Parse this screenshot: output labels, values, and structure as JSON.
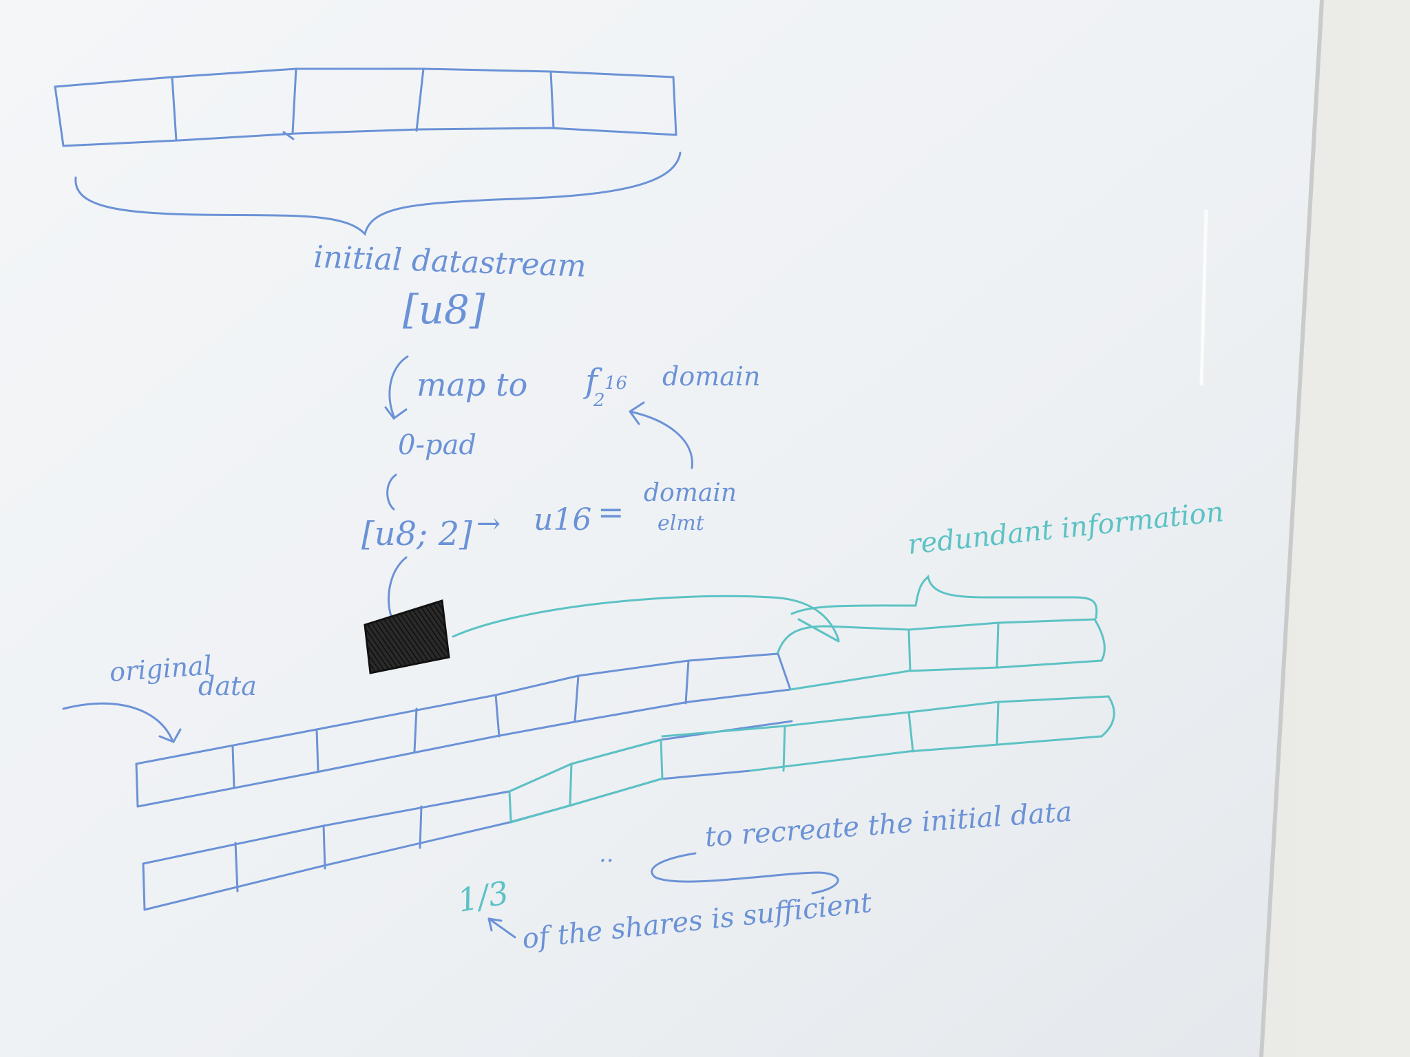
{
  "scene": {
    "subject": "whiteboard",
    "ink": {
      "blue": "#6b92d6",
      "teal": "#5cc2c4",
      "black": "#1b1b1b"
    },
    "board_color": "#eef1f4",
    "wall_color": "#e6e6e2"
  },
  "notes": {
    "top_caption": "initial datastream",
    "type_label": "[u8]",
    "map_step": "map to",
    "field_f": "f",
    "field_exp": "16",
    "field_base": "2",
    "domain_word": "domain",
    "pad_step": "0-pad",
    "pair_type": "[u8; 2]",
    "arrow": "→",
    "u16": "u16",
    "equals": "=",
    "domain_elem_1": "domain",
    "domain_elem_2": "elmt",
    "redundant": "redundant information",
    "original_1": "original",
    "original_2": "data",
    "recreate": "to recreate the initial data",
    "fraction": "1/3",
    "shares": "of the shares is sufficient",
    "dots": ".."
  }
}
